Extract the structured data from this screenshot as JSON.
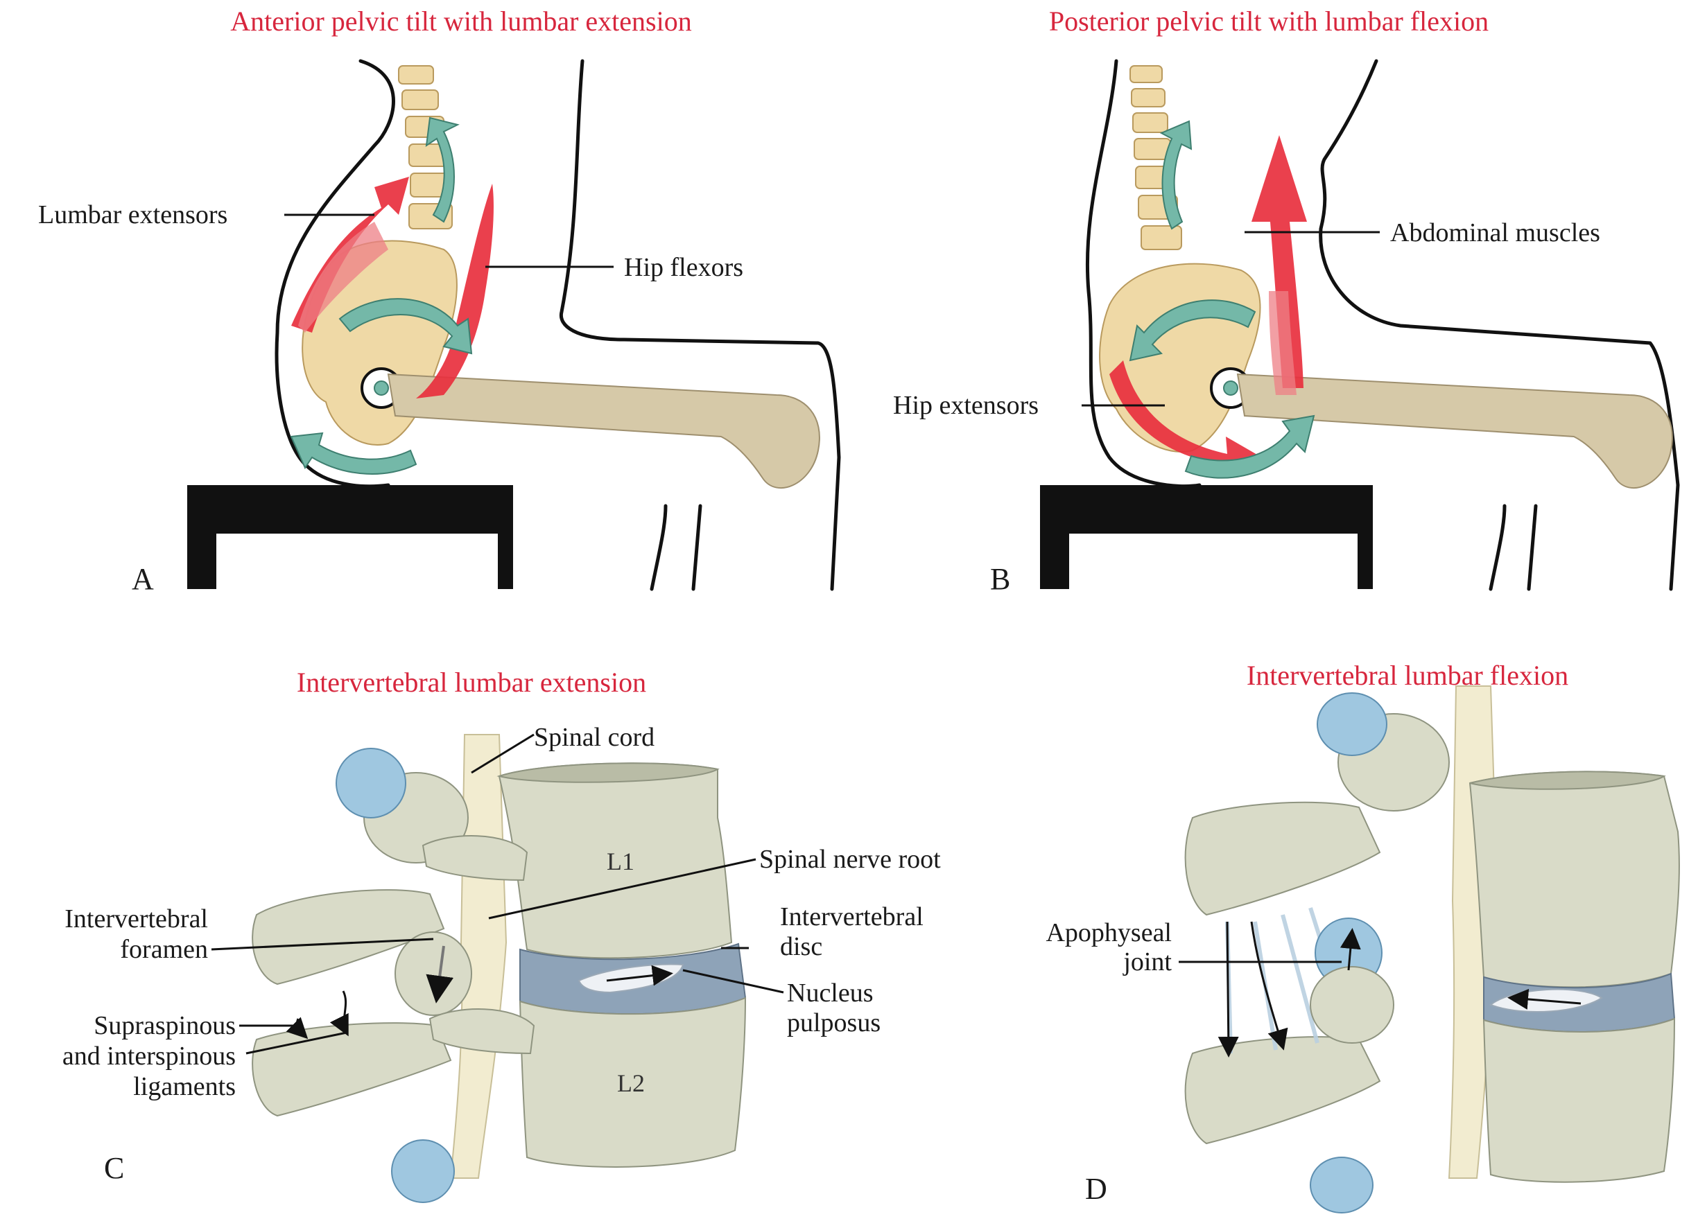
{
  "panels": {
    "a": {
      "letter": "A",
      "title": "Anterior pelvic tilt with lumbar extension",
      "labels": {
        "lumbar_extensors": "Lumbar extensors",
        "hip_flexors": "Hip flexors"
      }
    },
    "b": {
      "letter": "B",
      "title": "Posterior pelvic tilt with lumbar flexion",
      "labels": {
        "abdominal_muscles": "Abdominal muscles",
        "hip_extensors": "Hip extensors"
      }
    },
    "c": {
      "letter": "C",
      "title": "Intervertebral lumbar extension",
      "labels": {
        "spinal_cord": "Spinal cord",
        "spinal_nerve_root": "Spinal nerve root",
        "intervertebral_foramen_1": "Intervertebral",
        "intervertebral_foramen_2": "foramen",
        "intervertebral_disc_1": "Intervertebral",
        "intervertebral_disc_2": "disc",
        "nucleus_pulposus_1": "Nucleus",
        "nucleus_pulposus_2": "pulposus",
        "ligaments_1": "Supraspinous",
        "ligaments_2": "and interspinous",
        "ligaments_3": "ligaments",
        "l1": "L1",
        "l2": "L2"
      }
    },
    "d": {
      "letter": "D",
      "title": "Intervertebral lumbar flexion",
      "labels": {
        "apophyseal_joint_1": "Apophyseal",
        "apophyseal_joint_2": "joint"
      }
    }
  },
  "colors": {
    "title_red": "#d7263d",
    "muscle_red": "#e8303e",
    "bone_tan": "#efd9a6",
    "rotation_teal": "#74b8a8",
    "vertebra_gray": "#d9dbc8",
    "facet_blue": "#9fc7e0",
    "disc_blue": "#8ea3b8"
  }
}
